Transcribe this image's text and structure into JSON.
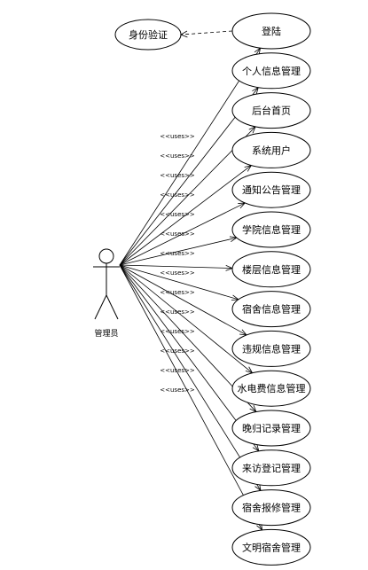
{
  "actor": {
    "label": "管理员"
  },
  "auth": {
    "label": "身份验证"
  },
  "use_cases": [
    {
      "id": "login",
      "label": "登陆",
      "stereotype": ""
    },
    {
      "id": "personal-info",
      "label": "个人信息管理",
      "stereotype": ""
    },
    {
      "id": "backend-home",
      "label": "后台首页",
      "stereotype": "<<uses>>"
    },
    {
      "id": "system-users",
      "label": "系统用户",
      "stereotype": "<<uses>>"
    },
    {
      "id": "notice",
      "label": "通知公告管理",
      "stereotype": "<<uses>>"
    },
    {
      "id": "college",
      "label": "学院信息管理",
      "stereotype": "<<uses>>"
    },
    {
      "id": "floor",
      "label": "楼层信息管理",
      "stereotype": "<<uses>>"
    },
    {
      "id": "dorm",
      "label": "宿舍信息管理",
      "stereotype": "<<uses>>"
    },
    {
      "id": "violation",
      "label": "违规信息管理",
      "stereotype": "<<uses>>"
    },
    {
      "id": "utility",
      "label": "水电费信息管理",
      "stereotype": "<<uses>>"
    },
    {
      "id": "late-return",
      "label": "晚归记录管理",
      "stereotype": "<<uses>>"
    },
    {
      "id": "visitor",
      "label": "来访登记管理",
      "stereotype": "<<uses>>"
    },
    {
      "id": "repair",
      "label": "宿舍报修管理",
      "stereotype": "<<uses>>"
    },
    {
      "id": "civilized",
      "label": "文明宿舍管理",
      "stereotype": "<<uses>>"
    }
  ],
  "extra_stereotypes": [
    "<<uses>>",
    "<<uses>>"
  ]
}
